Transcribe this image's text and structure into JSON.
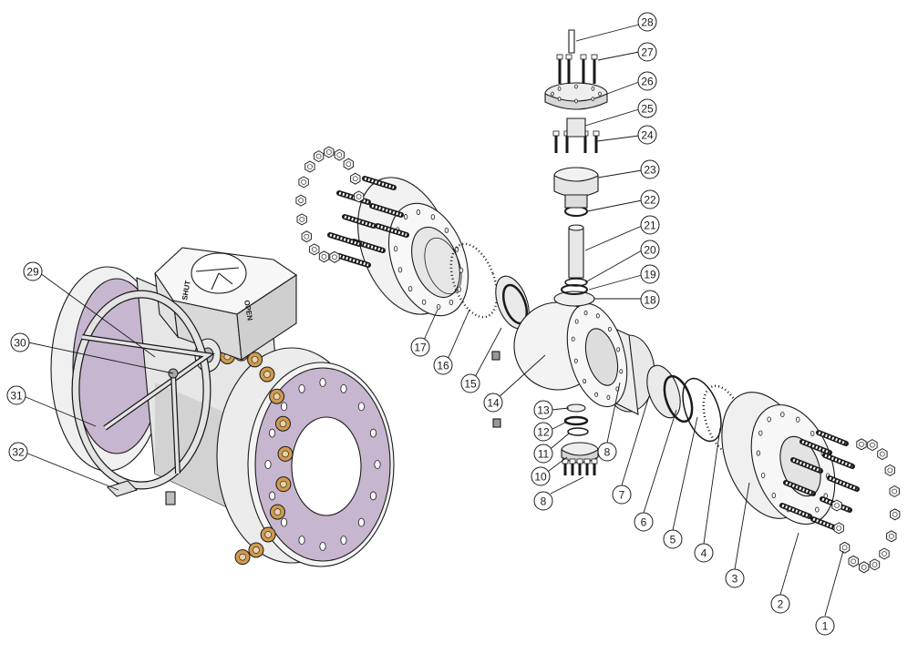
{
  "colors": {
    "flange_face": "#c7b6cf",
    "metal_light": "#f4f4f4",
    "metal_mid": "#dedede",
    "metal_dark": "#a9a9a9",
    "bolt_nut": "#cf9a4f",
    "outline": "#1a1a1a"
  },
  "actuator": {
    "dial_label_shut": "SHUT",
    "dial_label_open": "OPEN"
  },
  "callouts": [
    {
      "id": 1,
      "label": "1"
    },
    {
      "id": 2,
      "label": "2"
    },
    {
      "id": 3,
      "label": "3"
    },
    {
      "id": 4,
      "label": "4"
    },
    {
      "id": 5,
      "label": "5"
    },
    {
      "id": 6,
      "label": "6"
    },
    {
      "id": 7,
      "label": "7"
    },
    {
      "id": 8,
      "label": "8"
    },
    {
      "id": 81,
      "label": "8"
    },
    {
      "id": 10,
      "label": "10"
    },
    {
      "id": 11,
      "label": "11"
    },
    {
      "id": 12,
      "label": "12"
    },
    {
      "id": 13,
      "label": "13"
    },
    {
      "id": 14,
      "label": "14"
    },
    {
      "id": 15,
      "label": "15"
    },
    {
      "id": 16,
      "label": "16"
    },
    {
      "id": 17,
      "label": "17"
    },
    {
      "id": 18,
      "label": "18"
    },
    {
      "id": 19,
      "label": "19"
    },
    {
      "id": 20,
      "label": "20"
    },
    {
      "id": 21,
      "label": "21"
    },
    {
      "id": 22,
      "label": "22"
    },
    {
      "id": 23,
      "label": "23"
    },
    {
      "id": 24,
      "label": "24"
    },
    {
      "id": 25,
      "label": "25"
    },
    {
      "id": 26,
      "label": "26"
    },
    {
      "id": 27,
      "label": "27"
    },
    {
      "id": 28,
      "label": "28"
    },
    {
      "id": 29,
      "label": "29"
    },
    {
      "id": 30,
      "label": "30"
    },
    {
      "id": 31,
      "label": "31"
    },
    {
      "id": 32,
      "label": "32"
    }
  ]
}
